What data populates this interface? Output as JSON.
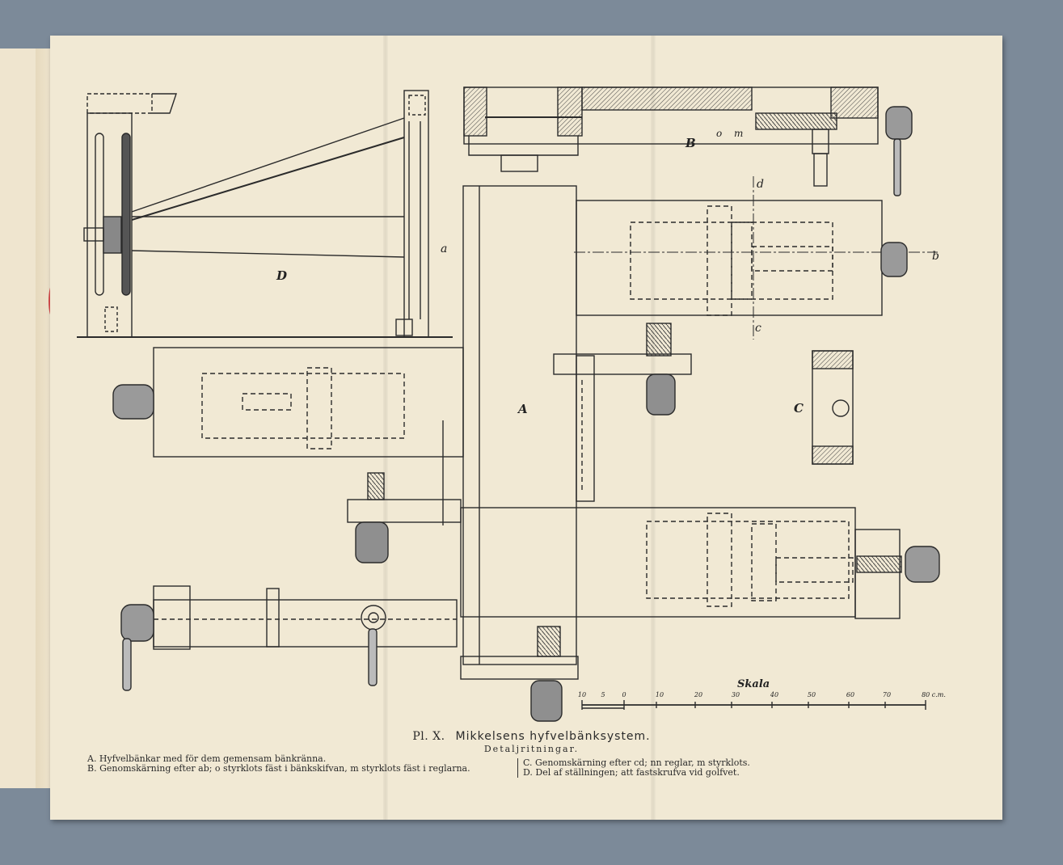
{
  "plate": {
    "number": "Pl. X.",
    "title": "Mikkelsens hyfvelbänksystem.",
    "subtitle": "Detaljritningar."
  },
  "legend": {
    "a": "A. Hyfvelbänkar med för dem gemensam bänkränna.",
    "b": "B. Genomskärning efter ab; o styrklots fäst i bänkskifvan, m styrklots fäst i reglarna.",
    "c": "C. Genomskärning efter cd; nn reglar, m styrklots.",
    "d": "D. Del af ställningen; att fastskrufva vid golfvet."
  },
  "labels": {
    "A": "A",
    "B": "B",
    "C": "C",
    "D": "D",
    "a": "a",
    "b": "b",
    "c": "c",
    "d": "d",
    "o": "o",
    "m": "m"
  },
  "scale": {
    "title": "Skala",
    "ticks": [
      "10",
      "5",
      "0",
      "10",
      "20",
      "30",
      "40",
      "50",
      "60",
      "70",
      "80 c.m."
    ]
  }
}
